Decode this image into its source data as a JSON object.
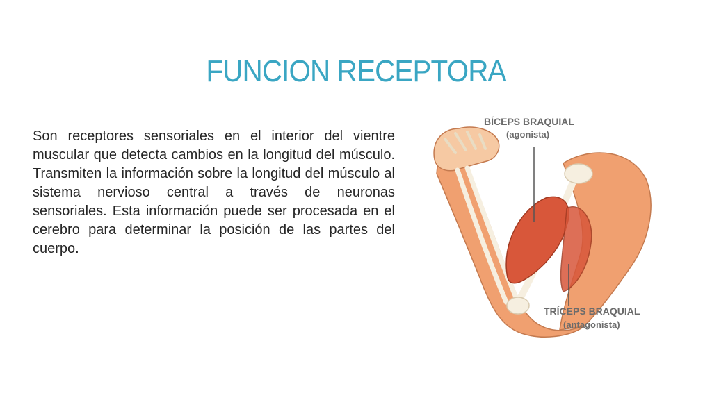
{
  "slide": {
    "title": "FUNCION RECEPTORA",
    "body": "Son receptores sensoriales en el interior del vientre muscular que detecta cambios en la longitud del músculo. Transmiten la información sobre la longitud del músculo al sistema nervioso central a través de neuronas sensoriales. Esta información puede ser procesada en el cerebro para determinar la posición de las partes del cuerpo."
  },
  "figure": {
    "biceps_label": "BÍCEPS BRAQUIAL",
    "biceps_sub": "(agonista)",
    "triceps_label": "TRÍCEPS BRAQUIAL",
    "triceps_sub": "(antagonista)",
    "colors": {
      "skin": "#f0a070",
      "muscle": "#d8573a",
      "bone": "#f6efe0",
      "title": "#3aa6c3"
    }
  }
}
